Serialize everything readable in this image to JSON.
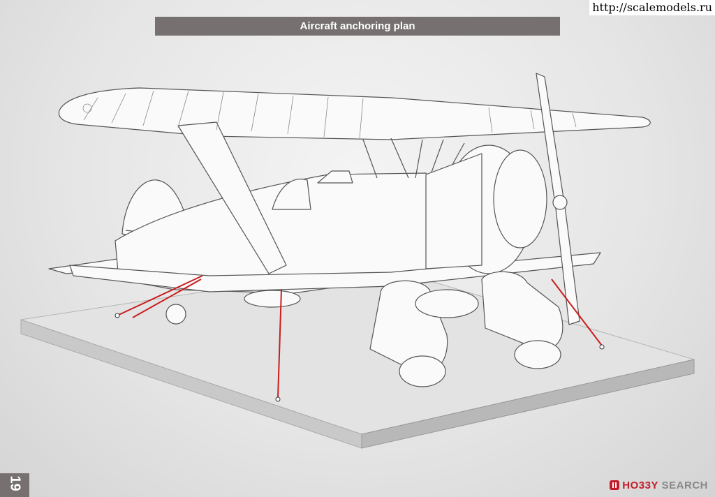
{
  "header": {
    "title": "Aircraft anchoring plan"
  },
  "watermark": {
    "url": "http://scalemodels.ru"
  },
  "footer": {
    "page_number": "19",
    "brand_prefix": "HO33Y",
    "brand_suffix": "SEARCH"
  },
  "colors": {
    "title_bar": "#767170",
    "anchor_wire": "#c81e1e",
    "brand": "#c31b2a"
  },
  "icons": {
    "brand_logo": "hobby-search-logo-icon"
  }
}
